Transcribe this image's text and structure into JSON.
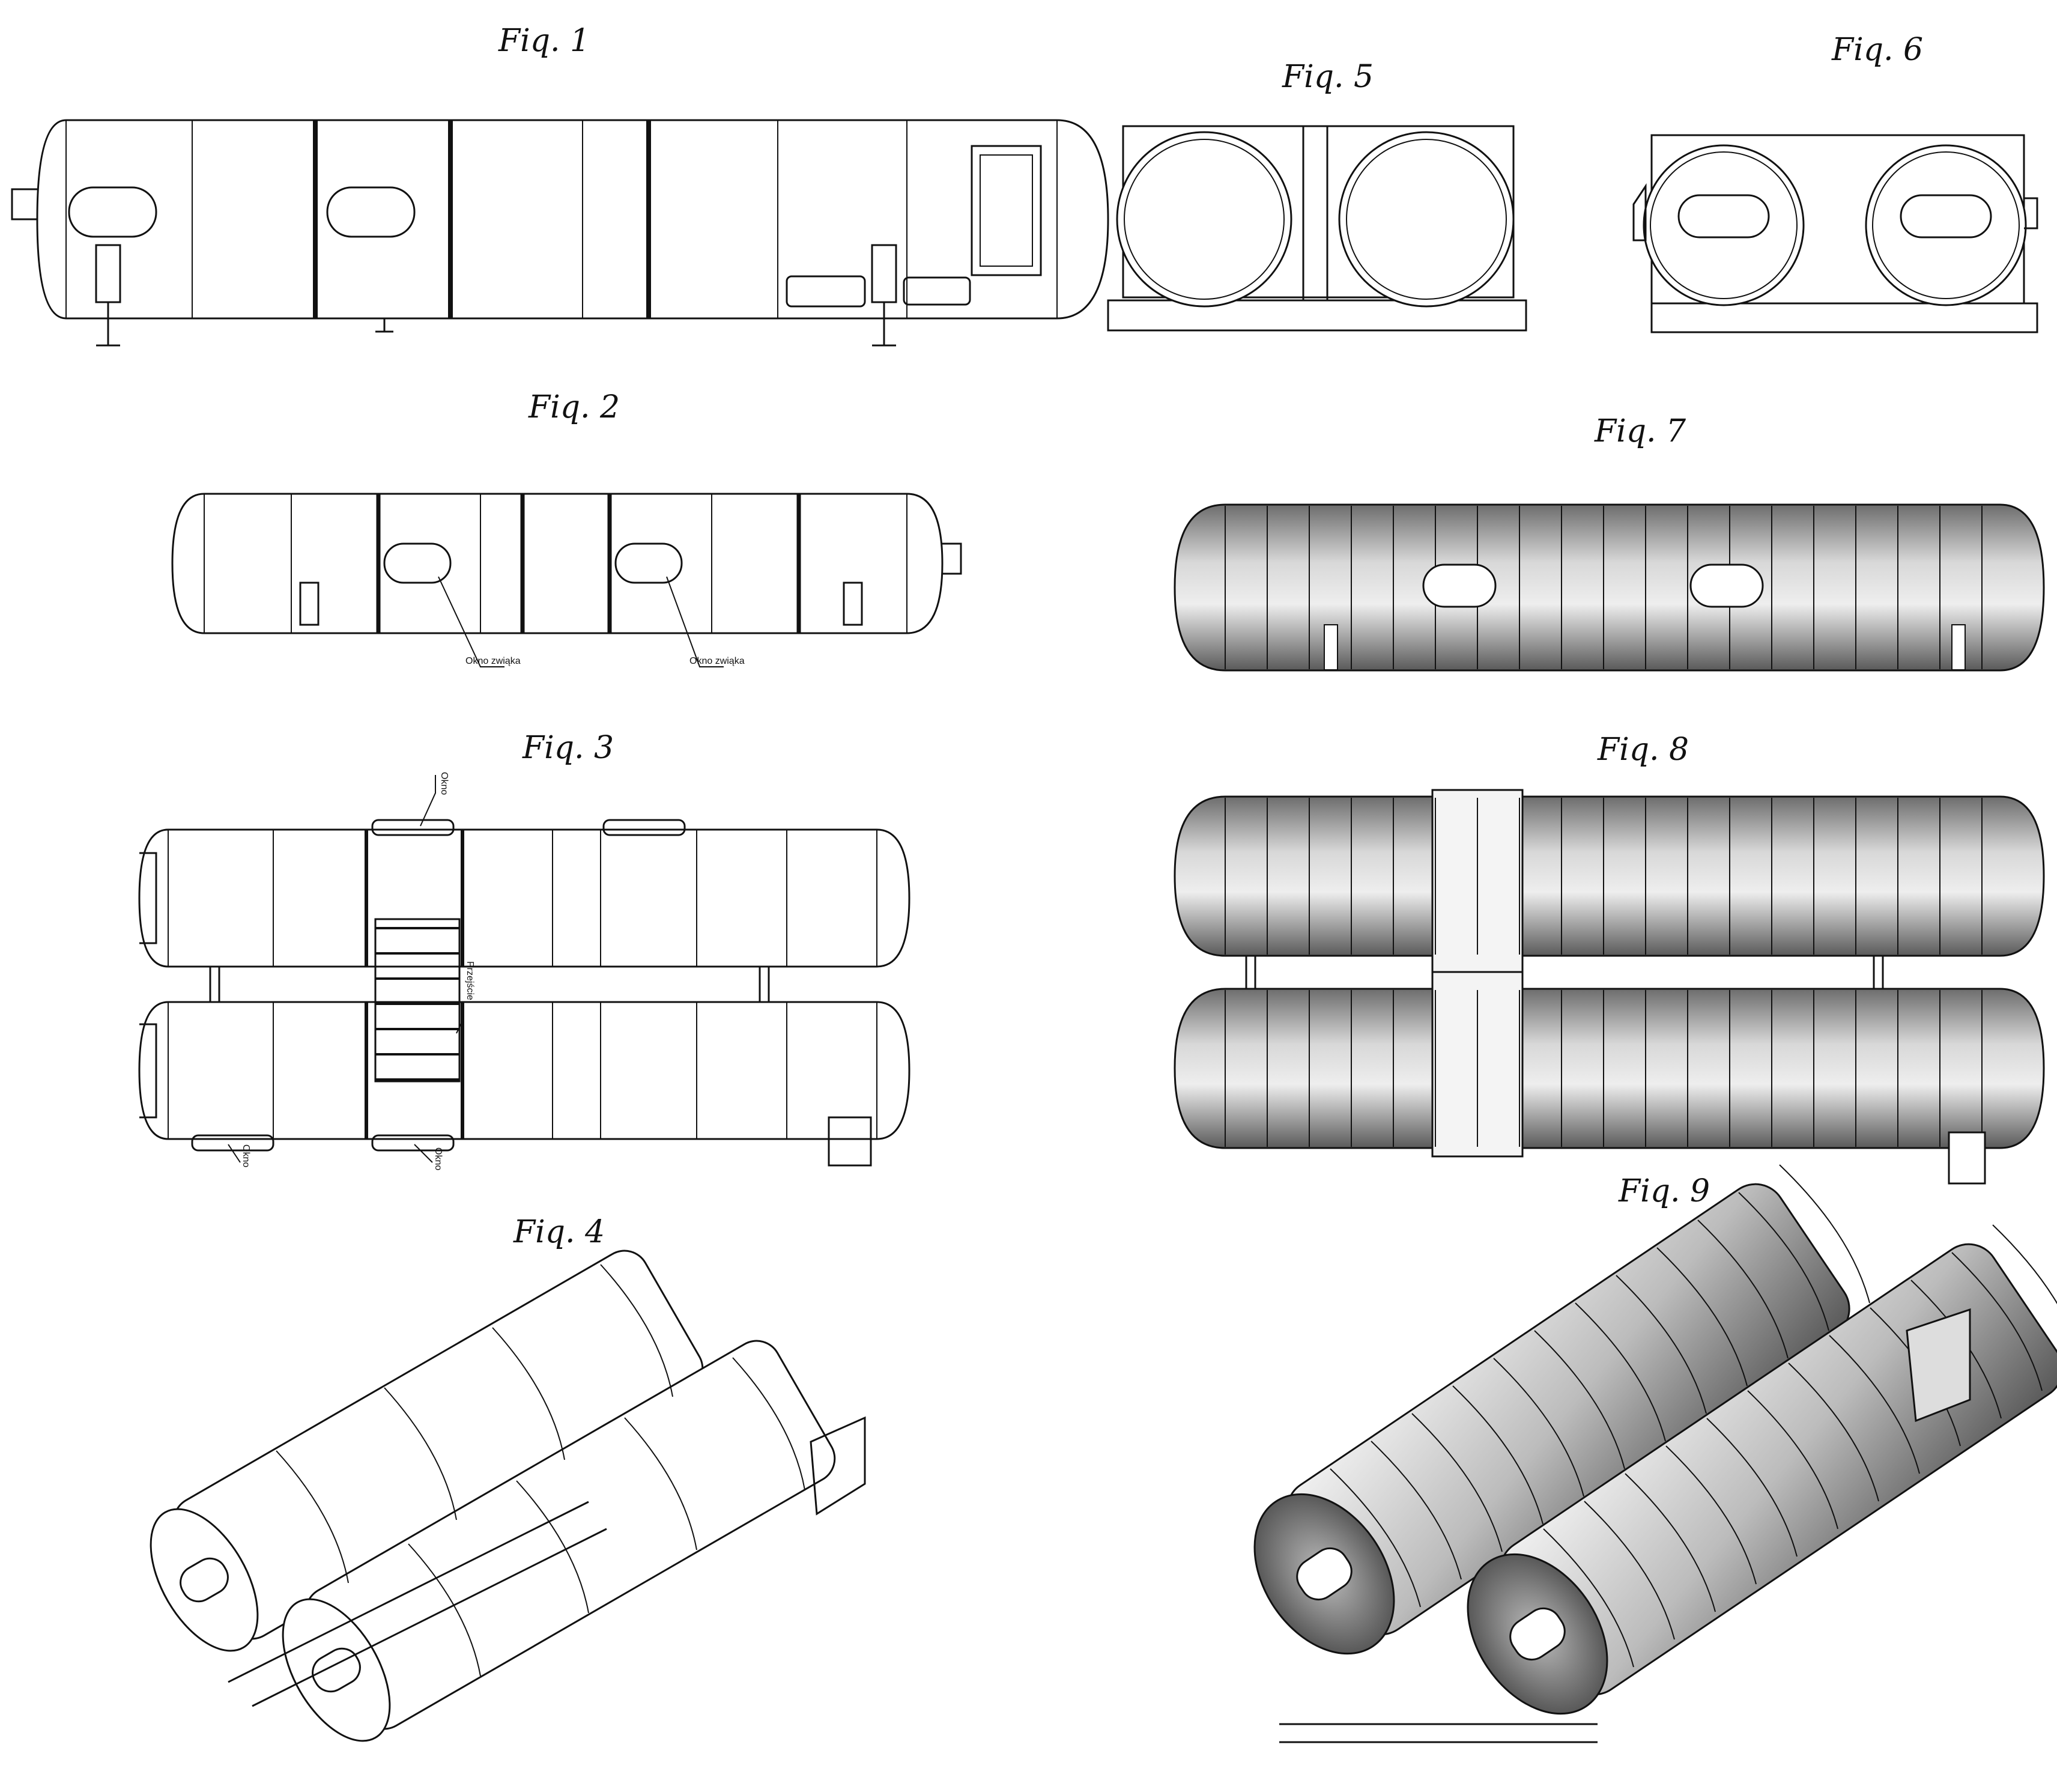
{
  "figures": {
    "fig1": "Fiq. 1",
    "fig2": "Fiq. 2",
    "fig3": "Fiq. 3",
    "fig4": "Fiq. 4",
    "fig5": "Fiq. 5",
    "fig6": "Fiq. 6",
    "fig7": "Fiq. 7",
    "fig8": "Fiq. 8",
    "fig9": "Fiq. 9"
  },
  "annotations": {
    "fig2_window_left": "Okno zwiąka",
    "fig2_window_right": "Okno zwiąka",
    "fig3_top_window": "Okno",
    "fig3_passage": "Przejście",
    "fig3_bottom_window_left": "Okno",
    "fig3_bottom_window_right": "Okno"
  },
  "colors": {
    "ink": "#111111",
    "paper": "#ffffff",
    "shade": "#8a8a8a"
  }
}
